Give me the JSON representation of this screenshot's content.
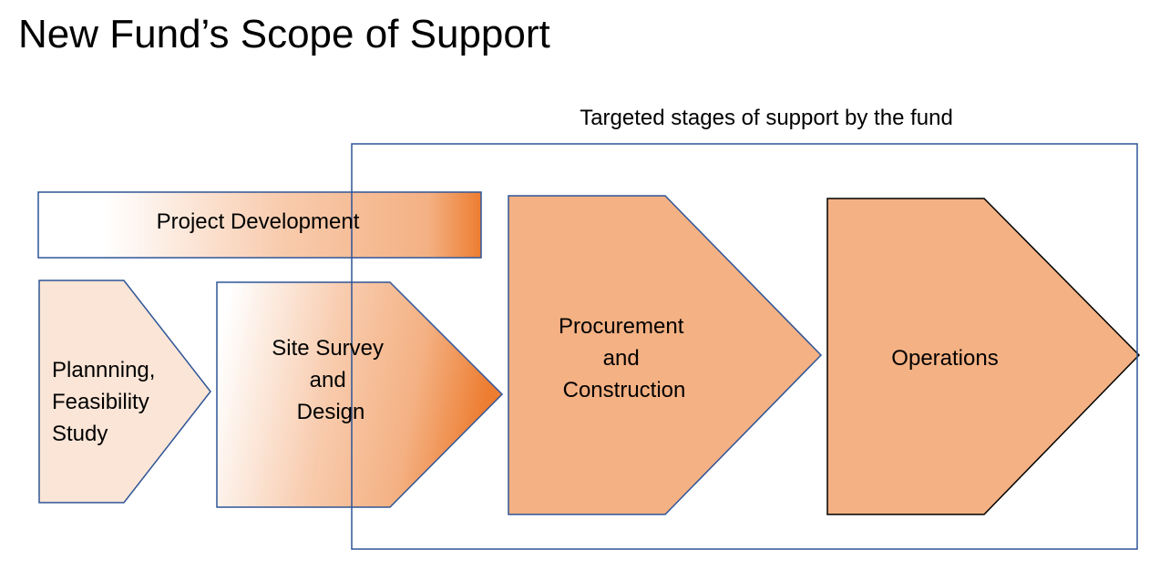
{
  "title": "New Fund’s Scope of Support",
  "scope_label": "Targeted stages of support by the fund",
  "project_development": "Project Development",
  "stages": [
    {
      "lines": [
        "Plannning,",
        "Feasibility",
        "Study"
      ]
    },
    {
      "lines": [
        "Site Survey",
        "and",
        "Design"
      ]
    },
    {
      "lines": [
        "Procurement",
        "and",
        "Construction"
      ]
    },
    {
      "lines": [
        "Operations"
      ]
    }
  ],
  "colors": {
    "outline_blue": "#2f5597",
    "light_orange": "#fbe5d6",
    "mid_orange": "#f4b183",
    "accent_orange": "#ed7d31"
  }
}
